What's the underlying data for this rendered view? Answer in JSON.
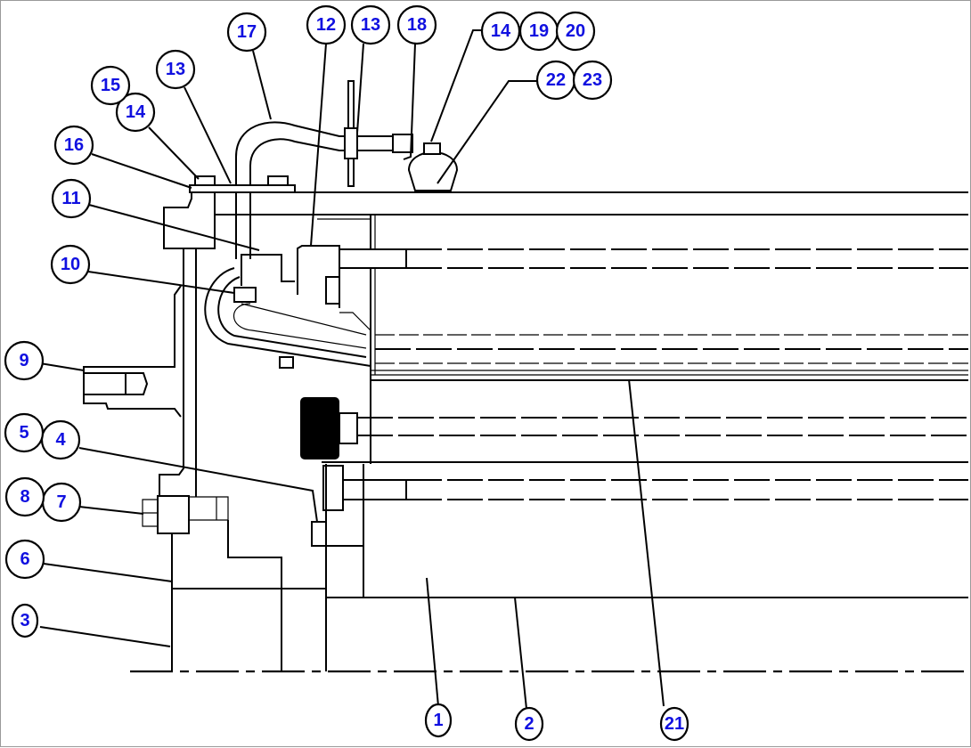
{
  "diagram": {
    "title": "Assembly cross-section with numbered part callouts",
    "callout_text_color": "#1010e0",
    "callouts": [
      {
        "label": "1"
      },
      {
        "label": "2"
      },
      {
        "label": "3"
      },
      {
        "label": "4"
      },
      {
        "label": "5"
      },
      {
        "label": "6"
      },
      {
        "label": "7"
      },
      {
        "label": "8"
      },
      {
        "label": "9"
      },
      {
        "label": "10"
      },
      {
        "label": "11"
      },
      {
        "label": "12"
      },
      {
        "label": "13"
      },
      {
        "label": "13"
      },
      {
        "label": "14"
      },
      {
        "label": "14"
      },
      {
        "label": "15"
      },
      {
        "label": "16"
      },
      {
        "label": "17"
      },
      {
        "label": "18"
      },
      {
        "label": "19"
      },
      {
        "label": "20"
      },
      {
        "label": "21"
      },
      {
        "label": "22"
      },
      {
        "label": "23"
      }
    ]
  }
}
